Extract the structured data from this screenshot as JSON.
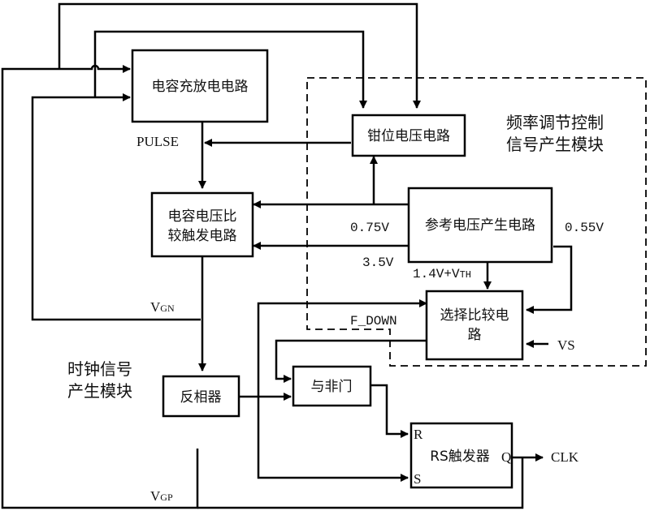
{
  "diagram": {
    "blocks": {
      "cap_charge": "电容充放电电路",
      "clamp": "钳位电压电路",
      "cap_compare_line1": "电容电压比",
      "cap_compare_line2": "较触发电路",
      "ref_voltage": "参考电压产生电路",
      "select_compare_line1": "选择比较电",
      "select_compare_line2": "路",
      "inverter": "反相器",
      "nand": "与非门",
      "rs_flipflop": "RS触发器"
    },
    "modules": {
      "freq_control_line1": "频率调节控制",
      "freq_control_line2": "信号产生模块",
      "clock_gen_line1": "时钟信号",
      "clock_gen_line2": "产生模块"
    },
    "signals": {
      "pulse": "PULSE",
      "v075": "0.75V",
      "v055": "0.55V",
      "v35": "3.5V",
      "v14_main": "1.4V+V",
      "v14_sub": "TH",
      "vgn_main": "V",
      "vgn_sub": "GN",
      "vgp_main": "V",
      "vgp_sub": "GP",
      "f_down": "F_DOWN",
      "vs": "VS",
      "clk": "CLK",
      "r_pin": "R",
      "s_pin": "S",
      "q_pin": "Q"
    }
  }
}
